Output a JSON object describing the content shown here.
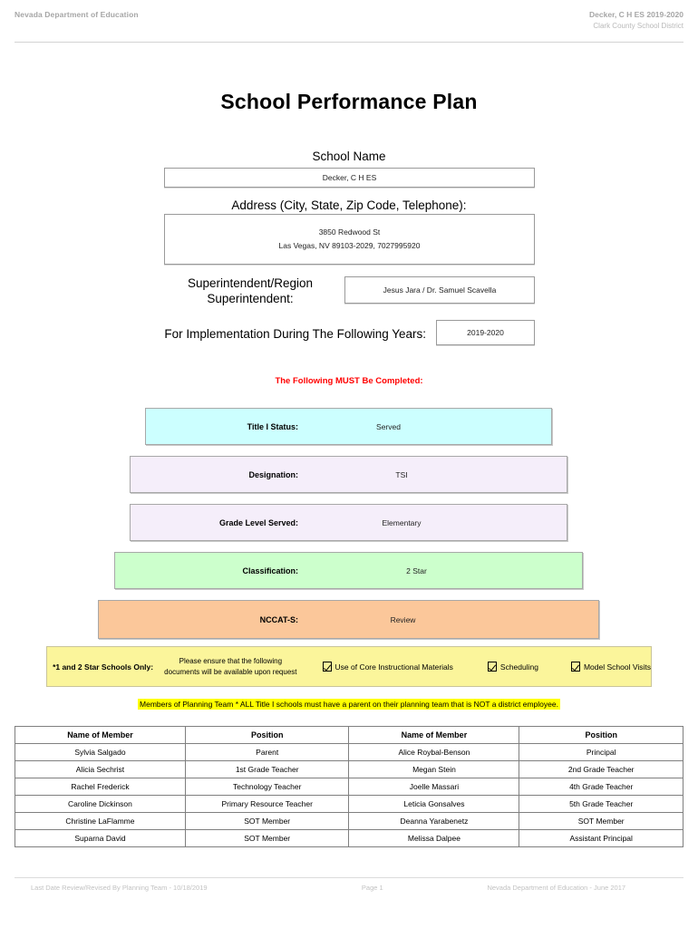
{
  "header": {
    "left": "Nevada Department of Education",
    "right_line1": "Decker, C H ES  2019-2020",
    "right_line2": "Clark County School District"
  },
  "document": {
    "title": "School Performance Plan"
  },
  "identity": {
    "school_name_label": "School Name",
    "school_name_value": "Decker, C H ES",
    "address_label": "Address (City, State, Zip Code, Telephone):",
    "address_line1": "3850 Redwood St",
    "address_line2": "Las Vegas, NV  89103-2029, 7027995920",
    "superintendent_label": "Superintendent/Region Superintendent:",
    "superintendent_value": "Jesus Jara / Dr. Samuel Scavella",
    "years_label": "For Implementation During The Following Years:",
    "years_value": "2019-2020"
  },
  "must_complete_notice": "The Following MUST Be Completed:",
  "status_bars": [
    {
      "label": "Title I Status:",
      "value": "Served",
      "color": "#ccffff"
    },
    {
      "label": "Designation:",
      "value": "TSI",
      "color": "#f5eefa"
    },
    {
      "label": "Grade Level Served:",
      "value": "Elementary",
      "color": "#f5eefa"
    },
    {
      "label": "Classification:",
      "value": "2 Star",
      "color": "#ccffcc"
    },
    {
      "label": "NCCAT-S:",
      "value": "Review",
      "color": "#fbc79a"
    }
  ],
  "docs_row": {
    "title": "*1 and 2 Star Schools Only:",
    "note_line1": "Please ensure that the following",
    "note_line2": "documents will be available upon request",
    "checkboxes": [
      {
        "label": "Use of Core Instructional Materials",
        "checked": true
      },
      {
        "label": "Scheduling",
        "checked": true
      },
      {
        "label": "Model School Visits",
        "checked": true
      }
    ]
  },
  "team_note": "Members of Planning Team * ALL Title I schools must have a parent on their planning team that is NOT a district employee.",
  "members_table": {
    "headers": [
      "Name of Member",
      "Position",
      "Name of Member",
      "Position"
    ],
    "rows": [
      [
        "Sylvia Salgado",
        "Parent",
        "Alice Roybal-Benson",
        "Principal"
      ],
      [
        "Alicia Sechrist",
        "1st Grade Teacher",
        "Megan Stein",
        "2nd Grade Teacher"
      ],
      [
        "Rachel Frederick",
        "Technology Teacher",
        "Joelle Massari",
        "4th Grade Teacher"
      ],
      [
        "Caroline Dickinson",
        "Primary Resource Teacher",
        "Leticia Gonsalves",
        "5th Grade Teacher"
      ],
      [
        "Christine LaFlamme",
        "SOT Member",
        "Deanna Yarabenetz",
        "SOT Member"
      ],
      [
        "Suparna David",
        "SOT Member",
        "Melissa Dalpee",
        "Assistant Principal"
      ]
    ]
  },
  "footer": {
    "left": "Last Date Review/Revised By Planning Team - 10/18/2019",
    "center": "Page 1",
    "right": "Nevada Department of Education - June 2017"
  }
}
